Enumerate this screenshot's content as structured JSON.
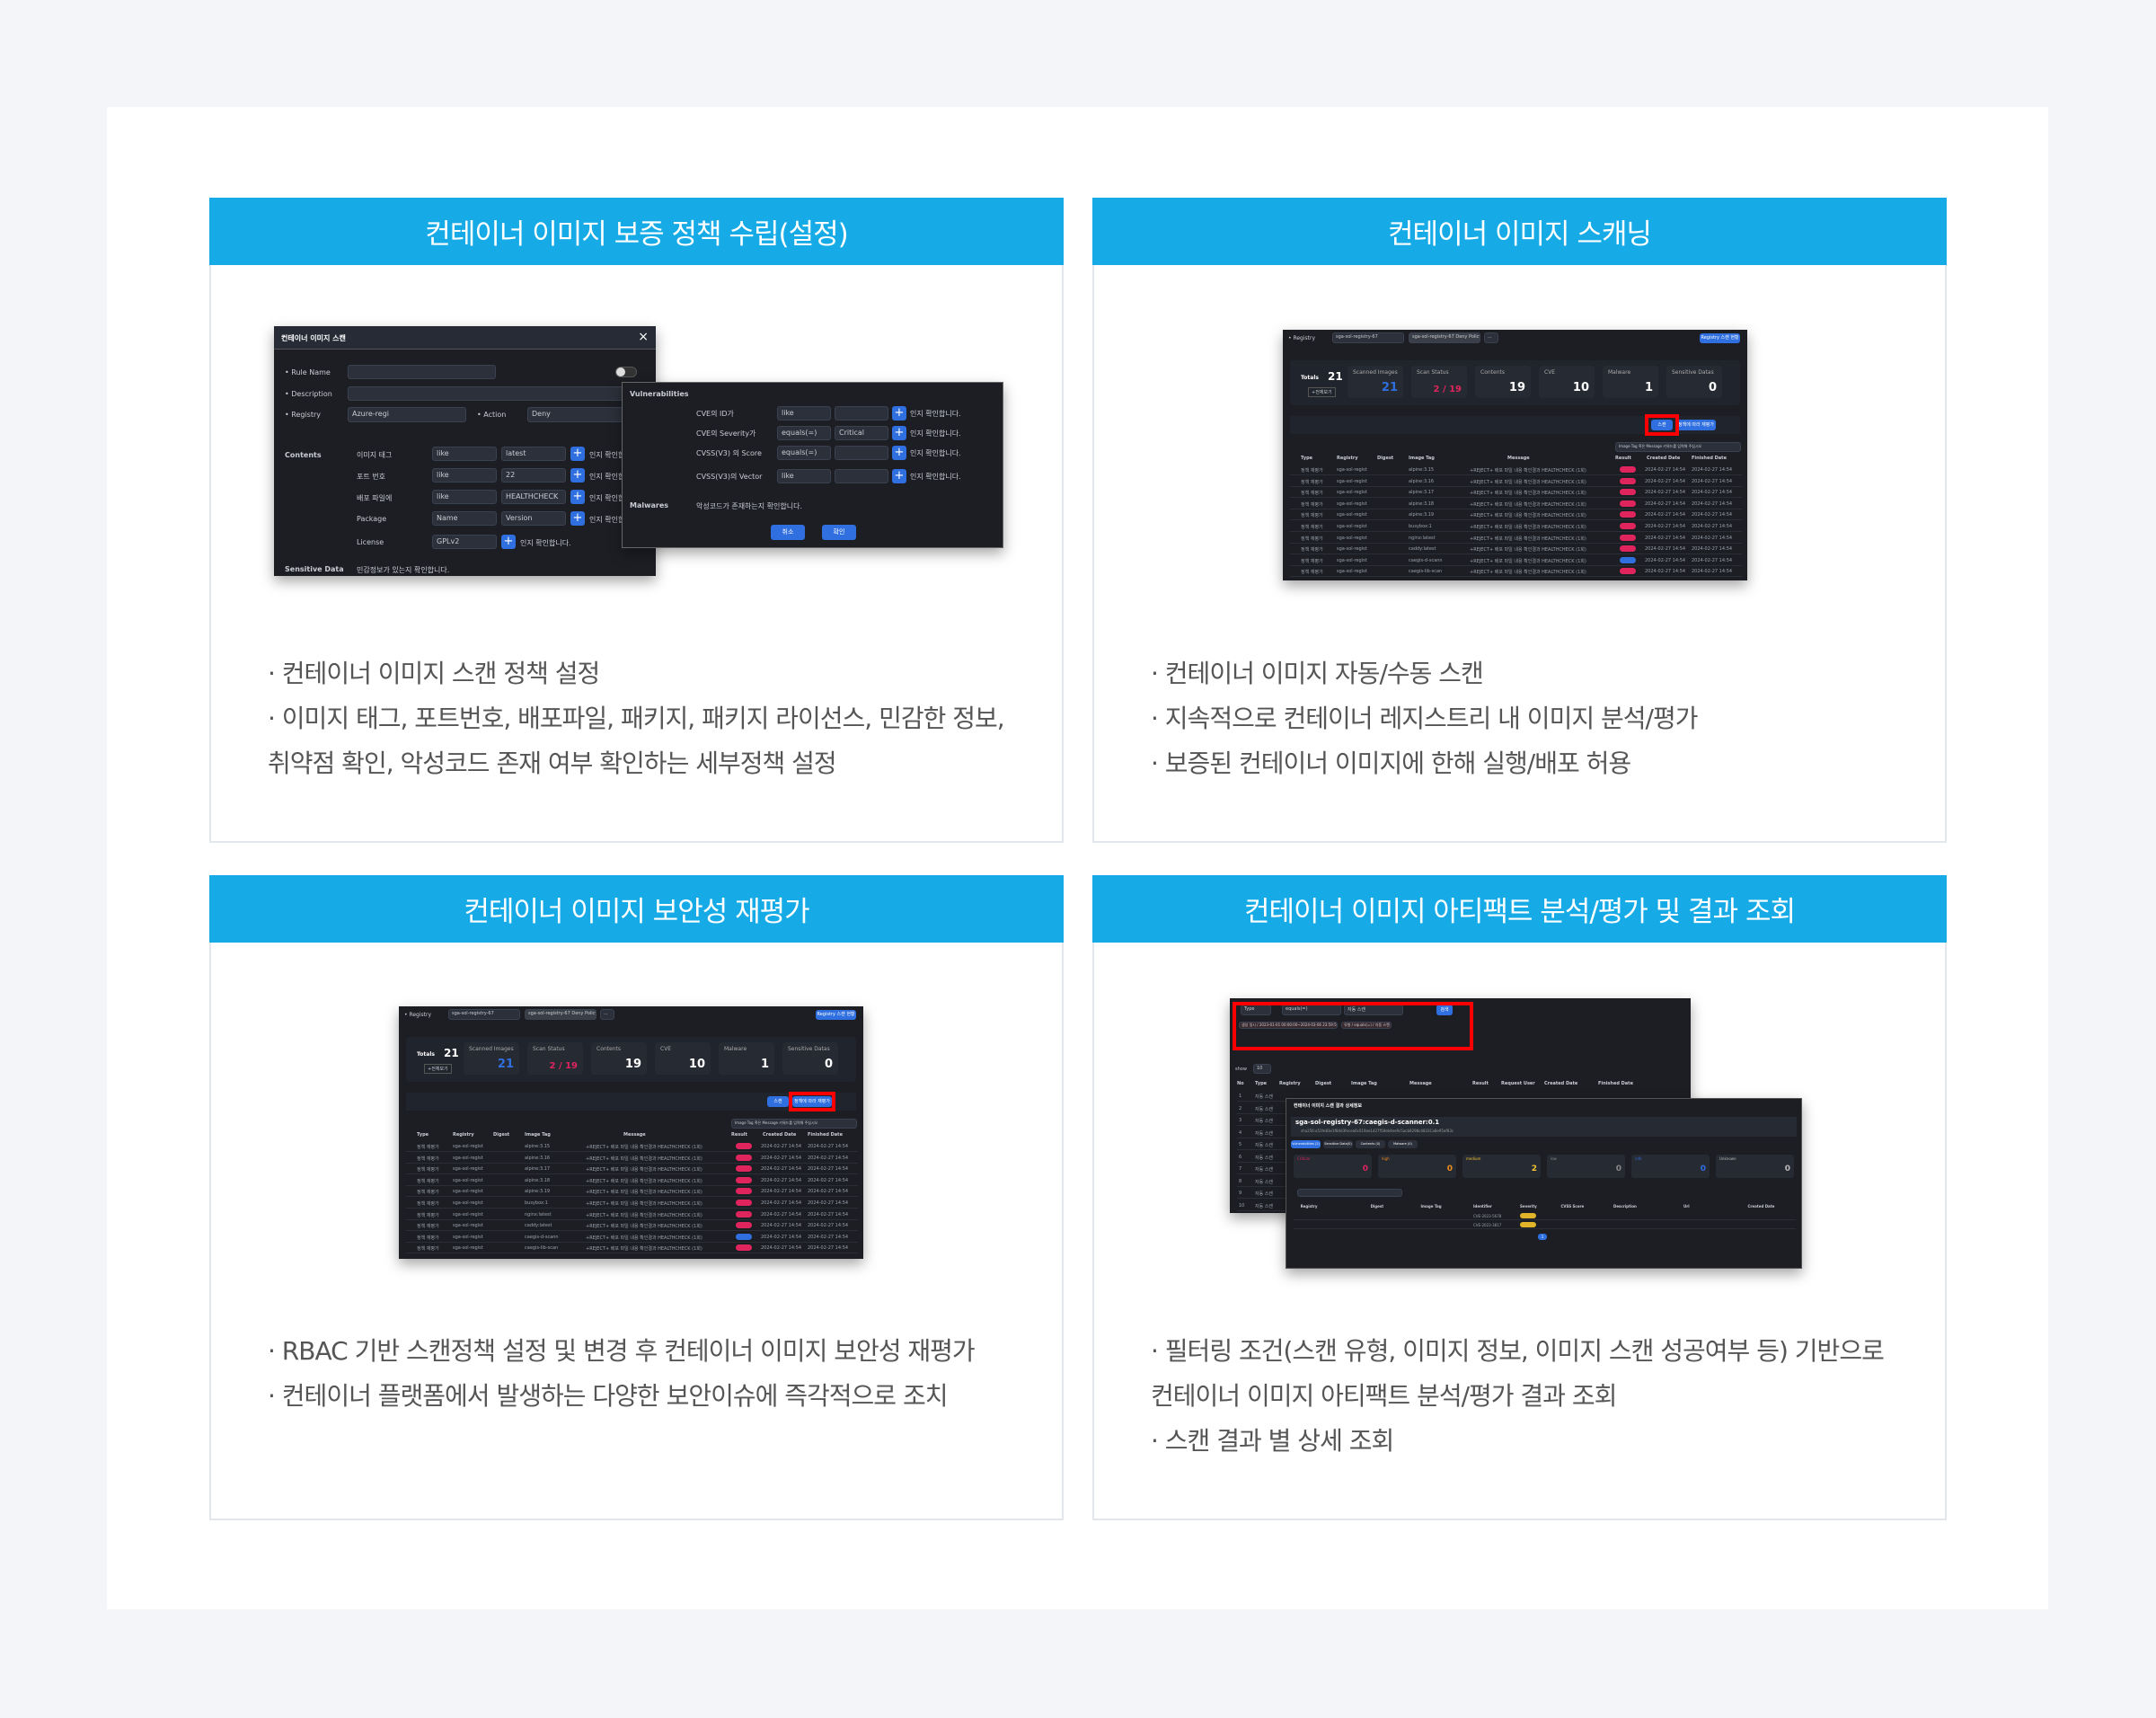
{
  "panels": [
    {
      "title": "컨테이너 이미지 보증 정책 수립(설정)",
      "bullets": [
        "· 컨테이너 이미지 스캔 정책 설정",
        "· 이미지 태그, 포트번호, 배포파일, 패키지, 패키지 라이선스, 민감한 정보, 취약점 확인, 악성코드 존재 여부 확인하는 세부정책 설정"
      ]
    },
    {
      "title": "컨테이너 이미지 스캐닝",
      "bullets": [
        "· 컨테이너 이미지 자동/수동 스캔",
        "· 지속적으로 컨테이너 레지스트리 내 이미지 분석/평가",
        "· 보증된 컨테이너 이미지에 한해 실행/배포 허용"
      ]
    },
    {
      "title": "컨테이너 이미지 보안성 재평가",
      "bullets": [
        "· RBAC 기반 스캔정책 설정 및 변경 후 컨테이너 이미지 보안성 재평가",
        "· 컨테이너 플랫폼에서 발생하는 다양한 보안이슈에 즉각적으로 조치"
      ]
    },
    {
      "title": "컨테이너 이미지 아티팩트 분석/평가 및 결과 조회",
      "bullets": [
        "· 필터링 조건(스캔 유형, 이미지 정보, 이미지 스캔 성공여부 등) 기반으로 컨테이너 이미지 아티팩트 분석/평가 결과 조회",
        "· 스캔 결과 별 상세 조회"
      ]
    }
  ],
  "policy": {
    "title": "컨테이너 이미지 스캔",
    "close": "×",
    "rule_name": "• Rule Name",
    "description": "• Description",
    "registry": "• Registry",
    "registry_value": "Azure-regi",
    "action": "• Action",
    "action_value": "Deny",
    "contents": "Contents",
    "content_rows": [
      {
        "label": "이미지 태그",
        "op": "like",
        "val": "latest",
        "tail": "인지 확인합"
      },
      {
        "label": "포트 번호",
        "op": "like",
        "val": "22",
        "tail": "인지 확인합"
      },
      {
        "label": "배포 파일에",
        "op": "like",
        "val": "HEALTHCHECK",
        "tail": "인지 확인합"
      },
      {
        "label": "Package",
        "op": "Name",
        "val": "Version",
        "tail": "인지 확인합"
      }
    ],
    "license": "License",
    "license_val": "GPLv2",
    "license_tail": "인지 확인합니다.",
    "sensitive": "Sensitive Data",
    "sensitive_text": "민감정보가 있는지 확인합니다.",
    "vulnerabilities": "Vulnerabilities",
    "vuln_rows": [
      {
        "label": "CVE의 ID가",
        "op": "like",
        "val": "",
        "tail": "인지 확인합니다."
      },
      {
        "label": "CVE의 Severity가",
        "op": "equals(=)",
        "val": "Critical",
        "tail": "인지 확인합니다."
      },
      {
        "label": "CVSS(V3) 의 Score",
        "op": "equals(=)",
        "val": "",
        "tail": "인지 확인합니다."
      },
      {
        "label": "CVSS(V3)의 Vector",
        "op": "like",
        "val": "",
        "tail": "인지 확인합니다."
      }
    ],
    "malwares": "Malwares",
    "malware_text": "악성코드가 존재하는지 확인합니다.",
    "cancel": "취소",
    "ok": "확인"
  },
  "scan": {
    "registry_label": "• Registry",
    "registry_value": "sga-sol-registry-67",
    "policy_value": "sga-sol-registry-67 Deny Policy",
    "more": "...",
    "registry_scan_btn": "Registry 스캔 현황",
    "totals_label": "Totals",
    "totals": "21",
    "reset": "+전체보기",
    "stats": [
      {
        "label": "Scanned Images",
        "value": "21"
      },
      {
        "label": "Scan Status",
        "value": "2 / 19"
      },
      {
        "label": "Contents",
        "value": "19"
      },
      {
        "label": "CVE",
        "value": "10"
      },
      {
        "label": "Malware",
        "value": "1"
      },
      {
        "label": "Sensitive Datas",
        "value": "0"
      }
    ],
    "scan_btn": "스캔",
    "rescan_btn": "정책에 따라 재평가",
    "search_placeholder": "Image Tag 혹은 Message 키워드를 입력해 주십시오",
    "columns": [
      "Type",
      "Registry",
      "Digest",
      "Image Tag",
      "Message",
      "Result",
      "Created Date",
      "Finished Date"
    ],
    "rows": [
      {
        "tag": "alpine:3.15",
        "result": "fail"
      },
      {
        "tag": "alpine:3.16",
        "result": "fail"
      },
      {
        "tag": "alpine:3.17",
        "result": "fail"
      },
      {
        "tag": "alpine:3.18",
        "result": "fail"
      },
      {
        "tag": "alpine:3.19",
        "result": "fail"
      },
      {
        "tag": "busybox:1",
        "result": "fail"
      },
      {
        "tag": "nginx:latest",
        "result": "fail"
      },
      {
        "tag": "caddy:latest",
        "result": "fail"
      },
      {
        "tag": "caegis-d-scann",
        "result": "pass"
      },
      {
        "tag": "caegis-lib-scan",
        "result": "fail"
      }
    ],
    "row_type": "정책 재평가",
    "row_registry": "sga-sol-regist",
    "row_message": "+REJECT+ 배포 파일 내용 확인결과 HEALTHCHECK (1회)",
    "row_date": "2024-02-27 14:54",
    "colors": {
      "fail": "#e0245e",
      "pass": "#2f6fe0"
    }
  },
  "result": {
    "type": "Type",
    "op": "equals(=)",
    "scan_type": "자동 스캔",
    "search": "검색",
    "filter1": "생성 일시 / 2023-01-01 00:00:00~2024-03-06 23:59:59 ×",
    "filter2": "유형 / equals(=) / 자동 스캔 ×",
    "show": "show",
    "entries": "10",
    "columns": [
      "No",
      "Type",
      "Registry",
      "Digest",
      "Image Tag",
      "Message",
      "Result",
      "Request User",
      "Created Date",
      "Finished Date"
    ],
    "row_type": "자동 스캔",
    "detail_title": "컨테이너 이미지 스캔 결과 상세정보",
    "image": "sga-sol-registry-67:caegis-d-scanner:0.1",
    "digest": "sha256:a53fe83e1f84d3fecea6c019ae1427f58eb4ee9c5acb8298c4833Ca8e95af83c",
    "tabs": [
      "Vulnerabilities (2)",
      "Sensitive Data(0)",
      "Contents (0)",
      "Malware (0)"
    ],
    "severities": [
      {
        "label": "Critical",
        "value": "0",
        "color": "#e0245e"
      },
      {
        "label": "high",
        "value": "0",
        "color": "#f08c1a"
      },
      {
        "label": "medium",
        "value": "2",
        "color": "#f2c230"
      },
      {
        "label": "low",
        "value": "0",
        "color": "#888"
      },
      {
        "label": "info",
        "value": "0",
        "color": "#2f6fe0"
      },
      {
        "label": "Unknown",
        "value": "0",
        "color": "#bbb"
      }
    ],
    "detail_columns": [
      "Registry",
      "Digest",
      "Image Tag",
      "Identifier",
      "Severity",
      "CVSS Score",
      "Description",
      "Url",
      "Created Date"
    ],
    "detail_rows": [
      {
        "id": "CVE-2023-5678"
      },
      {
        "id": "CVE-2023-3817"
      }
    ],
    "page": "1"
  }
}
